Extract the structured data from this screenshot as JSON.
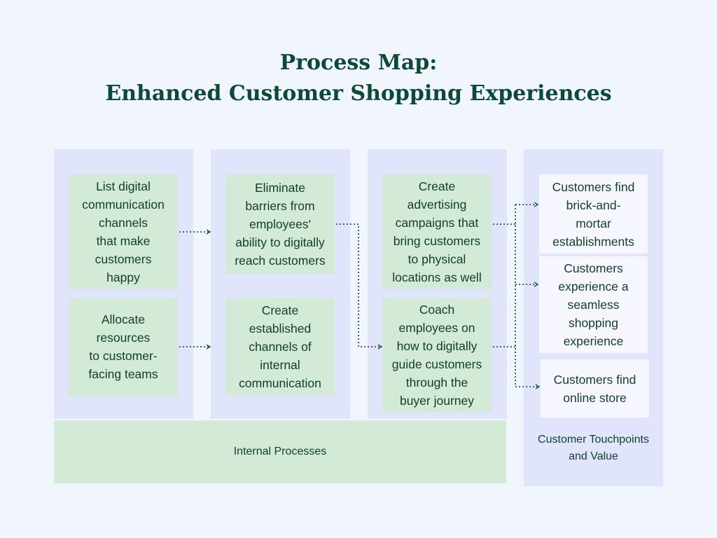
{
  "title": {
    "line1": "Process Map:",
    "line2": "Enhanced Customer Shopping Experiences"
  },
  "sections": {
    "internal": "Internal Processes",
    "touchpoints": "Customer Touchpoints\nand Value"
  },
  "steps": {
    "c1": [
      "List digital\ncommunication\nchannels\nthat make\ncustomers\nhappy",
      "Allocate\nresources\nto customer-\nfacing teams"
    ],
    "c2": [
      "Eliminate\nbarriers from\nemployees'\nability to digitally\nreach customers",
      "Create\nestablished\nchannels of\ninternal\ncommunication"
    ],
    "c3": [
      "Create\nadvertising\ncampaigns that\nbring customers\nto physical\nlocations as well",
      "Coach\nemployees on\nhow to digitally\nguide customers\nthrough the\nbuyer journey"
    ],
    "c4": [
      "Customers find\nbrick-and-\nmortar\nestablishments",
      "Customers\nexperience a\nseamless\nshopping\nexperience",
      "Customers find\nonline store"
    ]
  },
  "colors": {
    "background": "#f1f5fd",
    "column": "#e0e5fb",
    "step_box": "#d3ebd6",
    "value_box": "#f6f7fe",
    "title": "#0d4a35",
    "connector": "#1f5a45"
  }
}
